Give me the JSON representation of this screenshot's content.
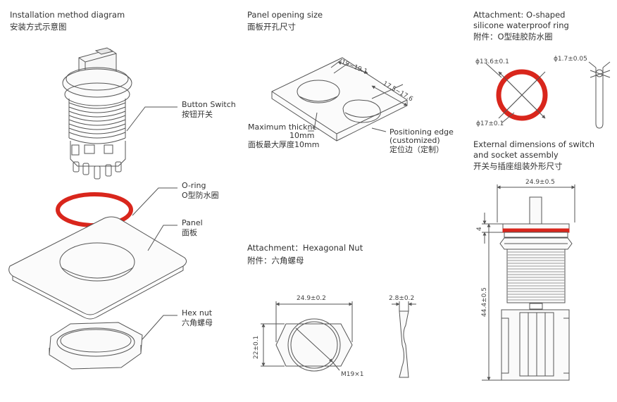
{
  "sections": {
    "installation": {
      "title_en": "Installation method diagram",
      "title_zh": "安装方式示意图"
    },
    "panel_opening": {
      "title_en": "Panel opening size",
      "title_zh": "面板开孔尺寸"
    },
    "oring_attach": {
      "title_en_1": "Attachment: O-shaped",
      "title_en_2": "silicone waterproof ring",
      "title_zh": "附件：O型硅胶防水圈"
    },
    "hex_nut_attach": {
      "title_en": "Attachment：Hexagonal Nut",
      "title_zh": "附件：六角螺母"
    },
    "external": {
      "title_en_1": "External dimensions of switch",
      "title_en_2": "and socket assembly",
      "title_zh": "开关与插座组装外形尺寸"
    }
  },
  "callouts": {
    "button_switch": {
      "en": "Button Switch",
      "zh": "按钮开关"
    },
    "oring": {
      "en": "O-ring",
      "zh": "O型防水圈"
    },
    "panel": {
      "en": "Panel",
      "zh": "面板"
    },
    "hex_nut": {
      "en": "Hex nut",
      "zh": "六角螺母"
    },
    "max_thickness": {
      "en_1": "Maximum thickness",
      "en_2": "10mm",
      "zh": "面板最大厚度10mm"
    },
    "positioning": {
      "en_1": "Positioning edge",
      "en_2": "(customized)",
      "zh": "定位边（定制）"
    }
  },
  "dimensions": {
    "hole_dia": "19~19.1",
    "flat_width": "17.5~17.6",
    "oring_inner": "ϕ13.6±0.1",
    "oring_section": "ϕ1.7±0.05",
    "oring_outer": "ϕ17±0.1",
    "nut_width": "24.9±0.2",
    "nut_thickness": "2.8±0.2",
    "nut_height": "22±0.1",
    "nut_thread": "M19×1",
    "assy_width": "24.9±0.5",
    "assy_flange": "4",
    "assy_height": "44.4±0.5"
  },
  "colors": {
    "oring": "#d9261c",
    "line": "#555555",
    "text": "#333333"
  }
}
